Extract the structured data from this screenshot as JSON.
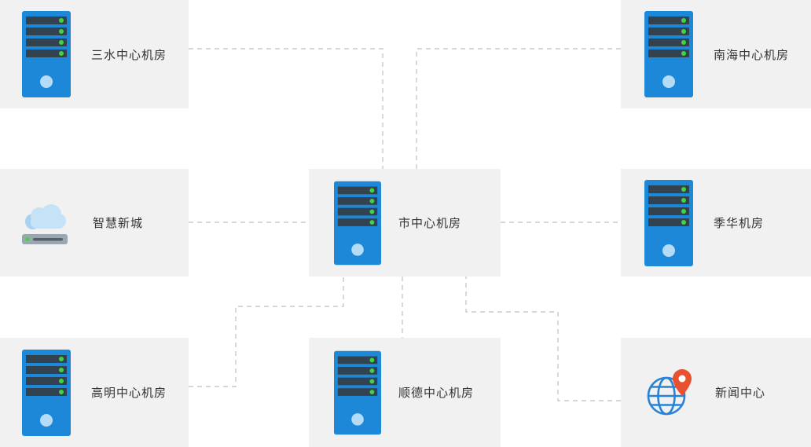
{
  "diagram": {
    "nodes": [
      {
        "id": "sanshui",
        "label": "三水中心机房",
        "icon": "server-icon"
      },
      {
        "id": "nanhai",
        "label": "南海中心机房",
        "icon": "server-icon"
      },
      {
        "id": "zhihuixincheng",
        "label": "智慧新城",
        "icon": "cloud-device-icon"
      },
      {
        "id": "shizhongxin",
        "label": "市中心机房",
        "icon": "server-icon"
      },
      {
        "id": "jihua",
        "label": "季华机房",
        "icon": "server-icon"
      },
      {
        "id": "gaoming",
        "label": "高明中心机房",
        "icon": "server-icon"
      },
      {
        "id": "shunde",
        "label": "顺德中心机房",
        "icon": "server-icon"
      },
      {
        "id": "xinwen",
        "label": "新闻中心",
        "icon": "globe-pin-icon"
      }
    ],
    "edges": [
      {
        "from": "三水中心机房",
        "to": "市中心机房"
      },
      {
        "from": "南海中心机房",
        "to": "市中心机房"
      },
      {
        "from": "智慧新城",
        "to": "市中心机房"
      },
      {
        "from": "季华机房",
        "to": "市中心机房"
      },
      {
        "from": "高明中心机房",
        "to": "市中心机房"
      },
      {
        "from": "顺德中心机房",
        "to": "市中心机房"
      },
      {
        "from": "新闻中心",
        "to": "市中心机房"
      }
    ],
    "colors": {
      "card_bg": "#f1f1f1",
      "server_body": "#1d87d8",
      "server_slat": "#33424f",
      "led_green": "#3ed63e",
      "server_circle": "#b5dcf6",
      "cloud_blue": "#c5e2f7",
      "router_gray": "#9aa7b0",
      "globe_blue": "#2a82d4",
      "pin_orange": "#e8502f",
      "wire_gray": "#c9c9c9",
      "text": "#333333"
    }
  }
}
